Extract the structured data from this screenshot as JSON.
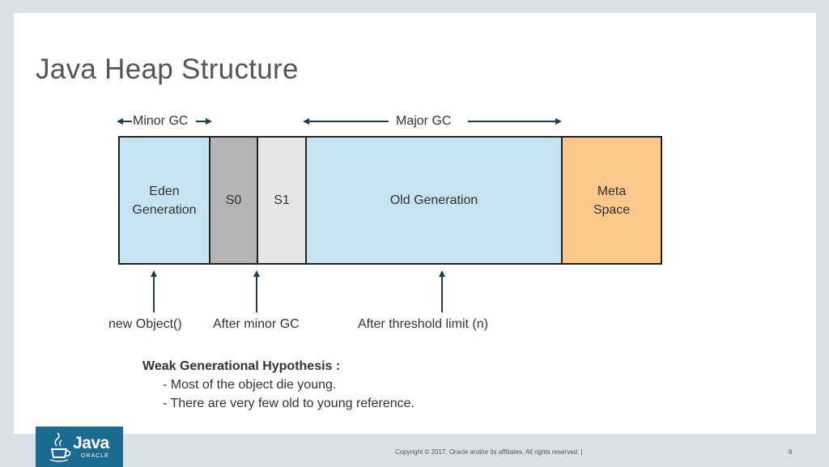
{
  "slide": {
    "title": "Java Heap Structure"
  },
  "gc_labels": {
    "minor": "Minor GC",
    "major": "Major GC"
  },
  "heap": {
    "eden": "Eden\nGeneration",
    "s0": "S0",
    "s1": "S1",
    "old": "Old Generation",
    "meta": "Meta\nSpace"
  },
  "entry_labels": {
    "new_object": "new Object()",
    "after_minor": "After minor GC",
    "after_threshold": "After threshold limit (n)"
  },
  "hypothesis": {
    "title": "Weak Generational Hypothesis :",
    "line1": "- Most of the object die young.",
    "line2": "- There are very few old to young reference."
  },
  "footer": {
    "logo_text": "Java",
    "logo_sub": "ORACLE",
    "copyright": "Copyright © 2017, Oracle and/or its affiliates. All rights reserved.  |",
    "page": "6"
  },
  "colors": {
    "eden": "#c5e3f0",
    "s0": "#b4b4b4",
    "s1": "#e6e6e6",
    "old": "#c5e3f0",
    "meta": "#fbc88c",
    "arrow": "#1c3f56",
    "logo_bg": "#1b6a8f"
  }
}
